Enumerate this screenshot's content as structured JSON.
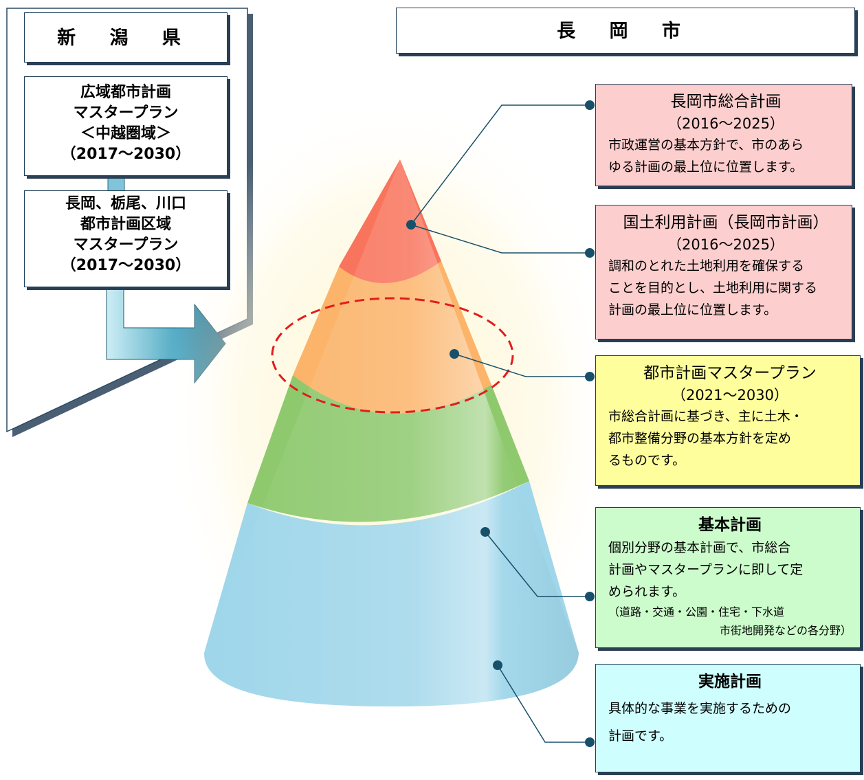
{
  "niigata": {
    "title": "新 潟 県",
    "box1": {
      "line1": "広域都市計画",
      "line2": "マスタープラン",
      "line3": "＜中越圏域＞",
      "line4": "（2017～2030）"
    },
    "box2": {
      "line1": "長岡、栃尾、川口",
      "line2": "都市計画区域",
      "line3": "マスタープラン",
      "line4": "（2017～2030）"
    }
  },
  "nagaoka": {
    "title": "長 岡 市"
  },
  "plans": {
    "sogo": {
      "title": "長岡市総合計画",
      "years": "（2016～2025）",
      "desc1": "市政運営の基本方針で、市のあら",
      "desc2": "ゆる計画の最上位に位置します。"
    },
    "kokudo": {
      "title": "国土利用計画（長岡市計画）",
      "years": "（2016～2025）",
      "desc1": "調和のとれた土地利用を確保する",
      "desc2": "ことを目的とし、土地利用に関する",
      "desc3": "計画の最上位に位置します。"
    },
    "toshi": {
      "title": "都市計画マスタープラン",
      "years": "（2021～2030）",
      "desc1": "市総合計画に基づき、主に土木・",
      "desc2": "都市整備分野の基本方針を定め",
      "desc3": "るものです。"
    },
    "kihon": {
      "title": "基本計画",
      "desc1": "個別分野の基本計画で、市総合",
      "desc2": "計画やマスタープランに即して定",
      "desc3": "められます。",
      "note1": "（道路・交通・公園・住宅・下水道",
      "note2": "市街地開発などの各分野）"
    },
    "jisshi": {
      "title": "実施計画",
      "desc1": "具体的な事業を実施するための",
      "desc2": "計画です。"
    }
  },
  "colors": {
    "sogo_bg": "#fdcece",
    "kokudo_bg": "#fdcece",
    "toshi_bg": "#fefe9c",
    "kihon_bg": "#ccfccc",
    "jisshi_bg": "#cefefe",
    "cone_top": "#f8745c",
    "cone_orange": "#fbb46a",
    "cone_green": "#8ec96e",
    "cone_blue": "#9fd6ea",
    "highlight_ellipse": "#e21c1c",
    "connector": "#18506a"
  }
}
